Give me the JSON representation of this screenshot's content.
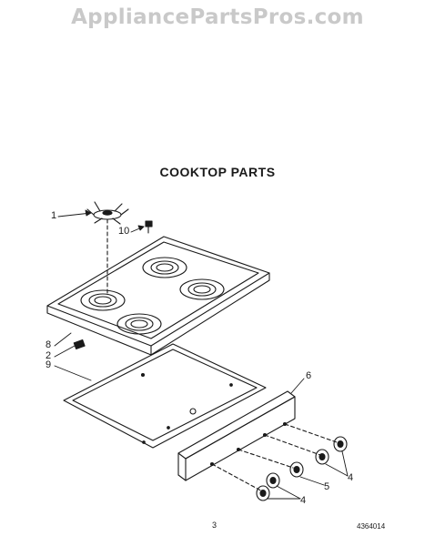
{
  "watermark": "AppliancePartsPros.com",
  "title": "COOKTOP PARTS",
  "callouts": {
    "c1": "1",
    "c10": "10",
    "c8": "8",
    "c2": "2",
    "c9": "9",
    "c6": "6",
    "c4a": "4",
    "c5": "5",
    "c4b": "4"
  },
  "page_number": "3",
  "doc_number": "4364014"
}
